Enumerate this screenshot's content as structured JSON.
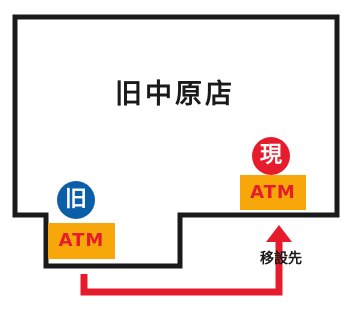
{
  "store": {
    "name": "旧中原店"
  },
  "old_atm": {
    "badge": "旧",
    "label": "ATM"
  },
  "new_atm": {
    "badge": "現",
    "label": "ATM"
  },
  "relocation": {
    "label": "移設先"
  },
  "colors": {
    "wall": "#1a1a1a",
    "arrow": "#e61c2c",
    "atm_fill": "#f7a70a",
    "atm_text": "#e61c2c",
    "old_badge": "#0b5ea8",
    "new_badge": "#e61c2c"
  }
}
